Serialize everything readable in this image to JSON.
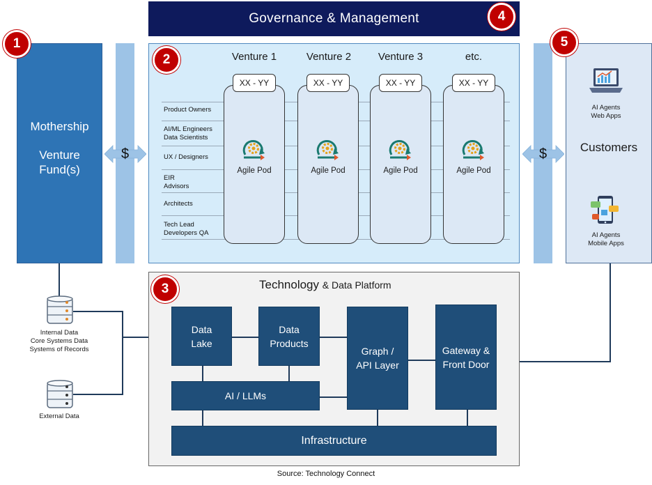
{
  "governance": {
    "label": "Governance & Management",
    "number": "4"
  },
  "mothership": {
    "number": "1",
    "line1": "Mothership",
    "line2": "Venture",
    "line3": "Fund(s)"
  },
  "money": {
    "left_symbol": "$",
    "right_symbol": "$"
  },
  "ventures_panel": {
    "number": "2",
    "ventures": [
      {
        "title": "Venture 1",
        "tag": "XX - YY",
        "pod_label": "Agile Pod"
      },
      {
        "title": "Venture 2",
        "tag": "XX - YY",
        "pod_label": "Agile Pod"
      },
      {
        "title": "Venture 3",
        "tag": "XX - YY",
        "pod_label": "Agile Pod"
      },
      {
        "title": "etc.",
        "tag": "XX - YY",
        "pod_label": "Agile Pod"
      }
    ],
    "roles": [
      {
        "line1": "Product Owners",
        "line2": ""
      },
      {
        "line1": "AI/ML Engineers",
        "line2": "Data Scientists"
      },
      {
        "line1": "UX / Designers",
        "line2": ""
      },
      {
        "line1": "EIR",
        "line2": "Advisors"
      },
      {
        "line1": "Architects",
        "line2": ""
      },
      {
        "line1": "Tech Lead",
        "line2": "Developers QA"
      }
    ]
  },
  "customers": {
    "number": "5",
    "title": "Customers",
    "web": {
      "line1": "AI Agents",
      "line2": "Web Apps",
      "icon": "laptop-chart-icon"
    },
    "mobile": {
      "line1": "AI Agents",
      "line2": "Mobile Apps",
      "icon": "smartphone-apps-icon"
    }
  },
  "tech_platform": {
    "number": "3",
    "title_main": "Technology",
    "title_rest": "& Data Platform",
    "boxes": {
      "data_lake": {
        "line1": "Data",
        "line2": "Lake"
      },
      "data_products": {
        "line1": "Data",
        "line2": "Products"
      },
      "graph_api": {
        "line1": "Graph /",
        "line2": "API Layer"
      },
      "gateway": {
        "line1": "Gateway &",
        "line2": "Front Door"
      },
      "ai_llms": "AI / LLMs",
      "infrastructure": "Infrastructure"
    }
  },
  "data_sources": {
    "internal": {
      "line1": "Internal Data",
      "line2": "Core Systems Data",
      "line3": "Systems of Records",
      "icon": "database-icon"
    },
    "external": {
      "line1": "External Data",
      "icon": "database-icon"
    }
  },
  "source": "Source: Technology Connect",
  "colors": {
    "governance": "#0e1a5c",
    "mothership": "#2e74b5",
    "badge": "#c00000",
    "ventures_bg": "#d6ecfa",
    "money_col": "#9dc3e6",
    "tech_box": "#1f4e79",
    "customers_bg": "#dde8f5"
  }
}
